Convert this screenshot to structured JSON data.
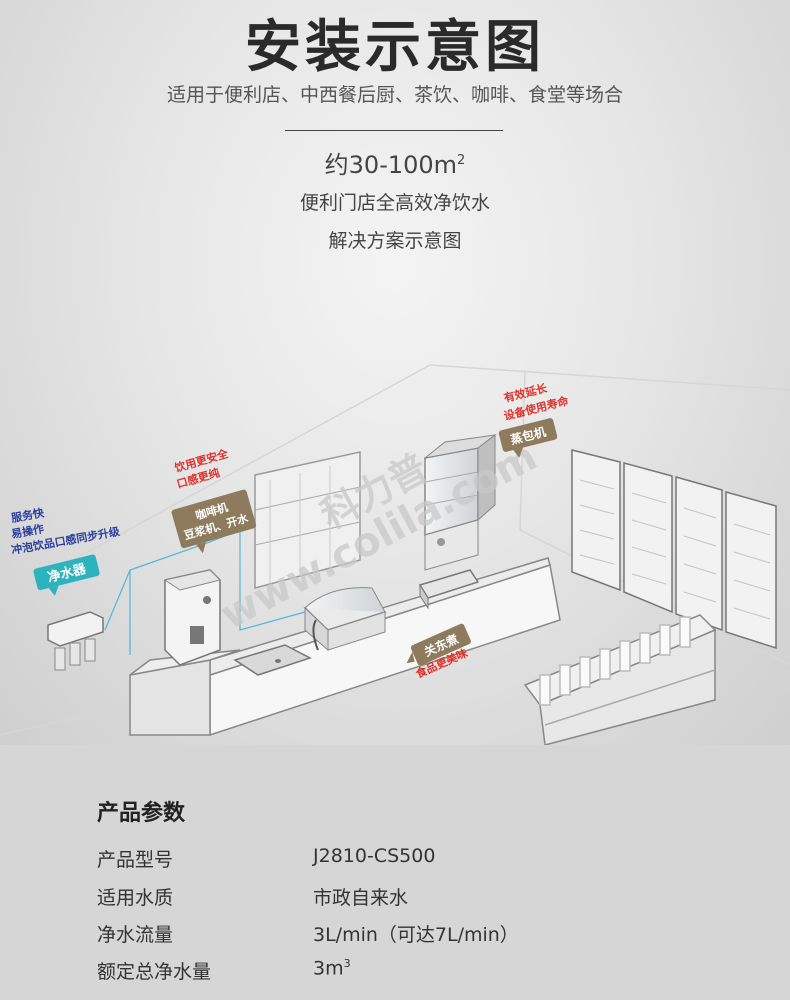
{
  "header": {
    "title": "安装示意图",
    "subtitle": "适用于便利店、中西餐后厨、茶饮、咖啡、食堂等场合",
    "area_text": "约30-100m",
    "area_sup": "2",
    "desc_line1": "便利门店全高效净饮水",
    "desc_line2": "解决方案示意图"
  },
  "scene": {
    "callouts": {
      "purifier_note": [
        "服务快",
        "易操作",
        "冲泡饮品口感同步升级"
      ],
      "purifier_tag": "净水器",
      "coffee_note": [
        "饮用更安全",
        "口感更纯"
      ],
      "coffee_tag": [
        "咖啡机",
        "豆浆机、开水"
      ],
      "steamer_note": [
        "有效延长",
        "设备使用寿命"
      ],
      "steamer_tag": "蒸包机",
      "oden_tag": "关东煮",
      "oden_note": "食品更美味"
    },
    "watermark": "www.colila.com",
    "watermark_brand": "科力普",
    "colors": {
      "label_red": "#e0312b",
      "label_blue": "#2a3fa0",
      "tag_brown": "#8e7a5c",
      "tag_teal": "#2db3bd",
      "wall_line": "#d8d8d8"
    }
  },
  "params": {
    "title": "产品参数",
    "rows": [
      {
        "key": "产品型号",
        "value": "J2810-CS500"
      },
      {
        "key": "适用水质",
        "value": "市政自来水"
      },
      {
        "key": "净水流量",
        "value": "3L/min（可达7L/min）"
      },
      {
        "key": "额定总净水量",
        "value": "3m",
        "sup": "3"
      }
    ]
  }
}
